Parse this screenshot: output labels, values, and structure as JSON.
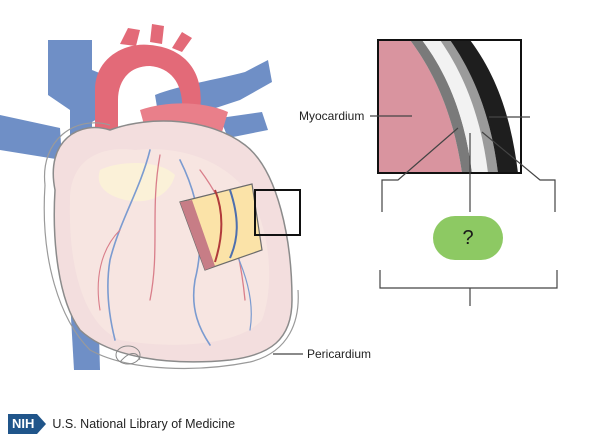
{
  "labels": {
    "myocardium": "Myocardium",
    "pericardium": "Pericardium",
    "question": "?"
  },
  "footer": {
    "logo_text": "NIH",
    "organization": "U.S. National Library of Medicine"
  },
  "colors": {
    "vessel_blue": "#6f8fc6",
    "artery_red": "#e36a78",
    "heart_fill": "#f3dede",
    "myocardium_pink": "#d9949f",
    "question_green": "#8dc963",
    "nih_blue": "#20558a"
  }
}
